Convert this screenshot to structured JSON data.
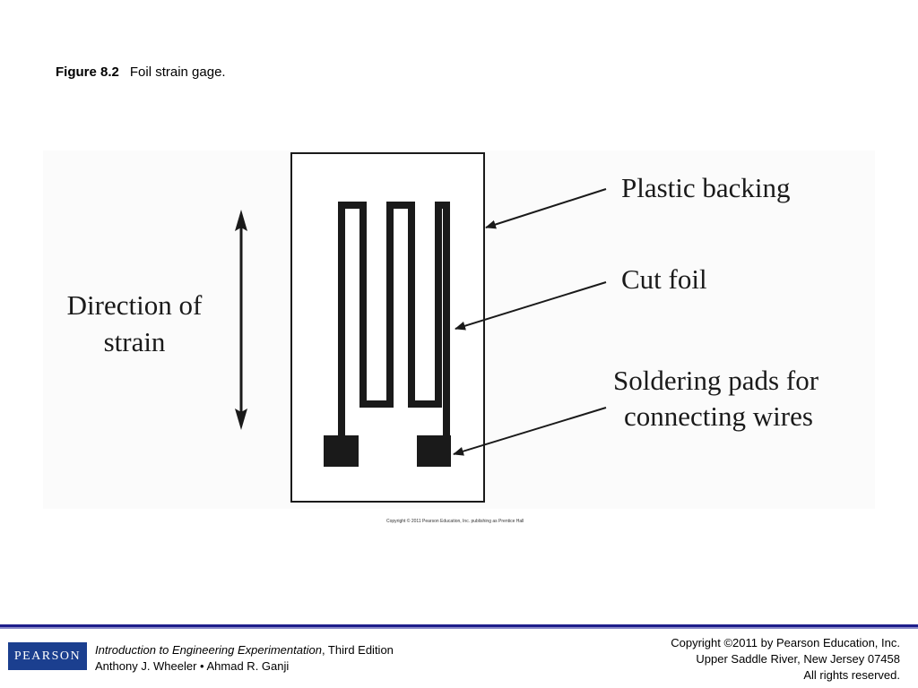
{
  "caption": {
    "number": "Figure 8.2",
    "text": "Foil strain gage."
  },
  "diagram": {
    "labels": {
      "direction_line1": "Direction of",
      "direction_line2": "strain",
      "plastic_backing": "Plastic backing",
      "cut_foil": "Cut foil",
      "pads_line1": "Soldering pads for",
      "pads_line2": "connecting wires"
    },
    "colors": {
      "foil": "#1a1a1a",
      "backing_outline": "#1a1a1a",
      "panel_background": "#fbfbfb"
    },
    "copyright": "Copyright © 2011 Pearson Education, Inc. publishing as Prentice Hall"
  },
  "footer": {
    "logo": "PEARSON",
    "book_title": "Introduction to Engineering Experimentation",
    "edition": ", Third Edition",
    "authors": "Anthony J. Wheeler • Ahmad R. Ganji",
    "rights_line1": "Copyright ©2011 by Pearson Education, Inc.",
    "rights_line2": "Upper Saddle River, New Jersey 07458",
    "rights_line3": "All rights reserved.",
    "rule_color": "#1e1e8c",
    "logo_color": "#1b3f8f"
  }
}
